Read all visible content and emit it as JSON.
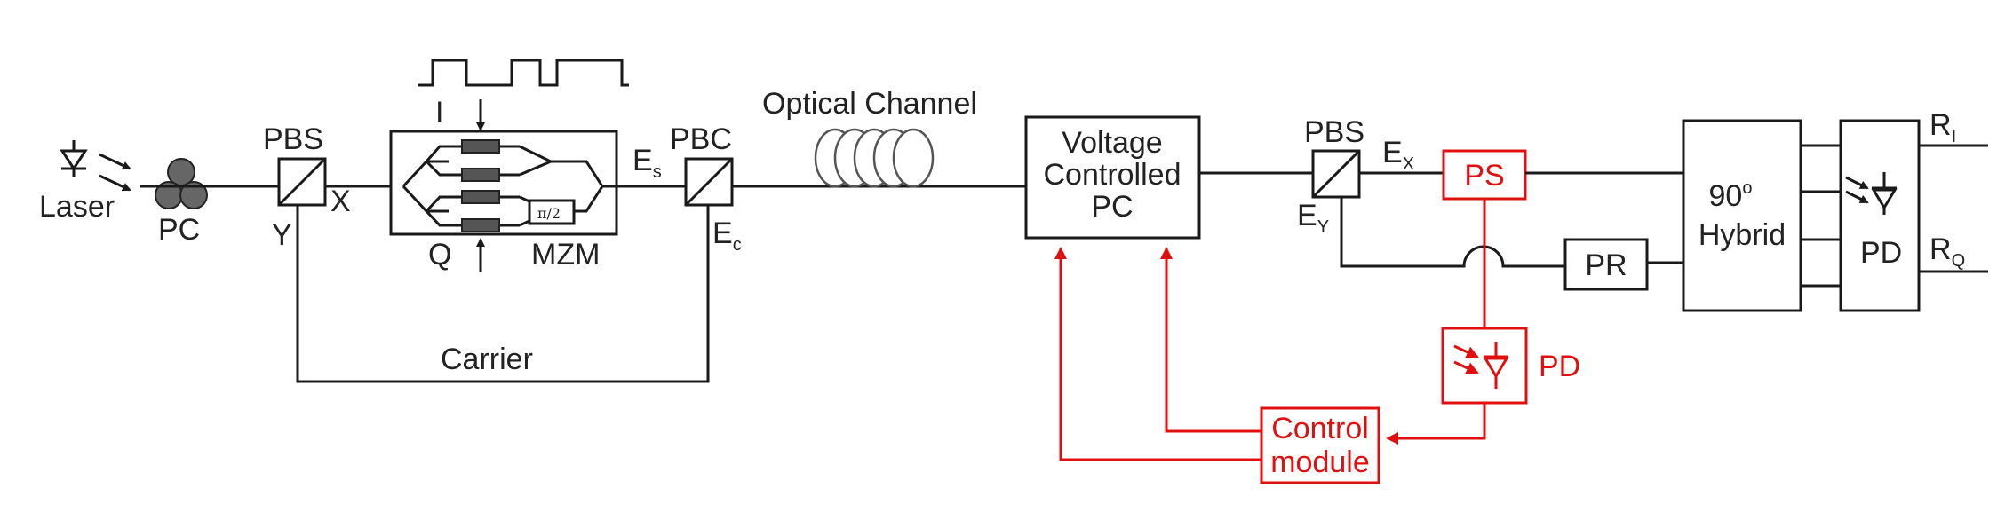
{
  "labels": {
    "laser": "Laser",
    "pc_polarization": "PC",
    "pbs_tx": "PBS",
    "x_branch": "X",
    "y_branch": "Y",
    "mzm": "MZM",
    "i_arm": "I",
    "q_arm": "Q",
    "pi_over_2": "π/2",
    "es_main": "E",
    "es_sub": "s",
    "ec_main": "E",
    "ec_sub": "c",
    "pbc": "PBC",
    "carrier": "Carrier",
    "optical_channel": "Optical Channel",
    "vcpc_line1": "Voltage",
    "vcpc_line2": "Controlled",
    "vcpc_line3": "PC",
    "pbs_rx": "PBS",
    "ex_main": "E",
    "ex_sub": "X",
    "ey_main": "E",
    "ey_sub": "Y",
    "ps": "PS",
    "pd_monitor": "PD",
    "control_line1": "Control",
    "control_line2": "module",
    "pr": "PR",
    "hybrid_deg": "90",
    "hybrid_sup": "o",
    "hybrid": "Hybrid",
    "pd_rx": "PD",
    "ri_main": "R",
    "ri_sub": "I",
    "rq_main": "R",
    "rq_sub": "Q"
  },
  "colors": {
    "line": "#1a1a1a",
    "feedback": "#e01010",
    "fiber_coil": "#555555"
  }
}
